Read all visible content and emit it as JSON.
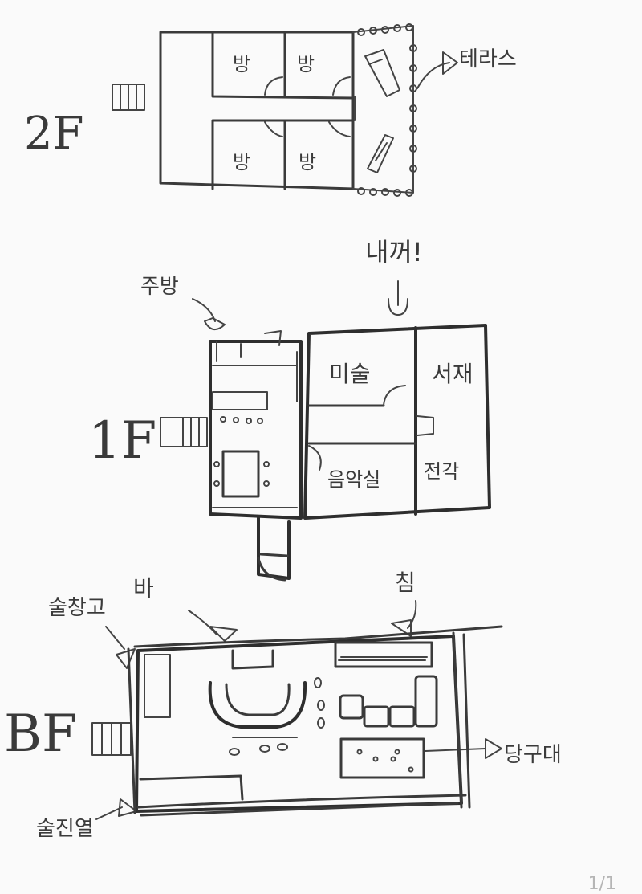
{
  "floors": {
    "f2": {
      "label": "2F",
      "rooms": [
        "방",
        "방",
        "방",
        "방"
      ],
      "terrace_label": "테라스"
    },
    "f1": {
      "label": "1F",
      "callout_top": "내꺼!",
      "storage_label": "주방",
      "rooms": [
        "미술",
        "서재",
        "음악실",
        "전각"
      ]
    },
    "bf": {
      "label": "BF",
      "labels": {
        "fridge": "술창고",
        "bar": "바",
        "bed": "침",
        "billiards": "당구대",
        "wine_wall": "술진열"
      }
    }
  },
  "page_number": "1/1"
}
